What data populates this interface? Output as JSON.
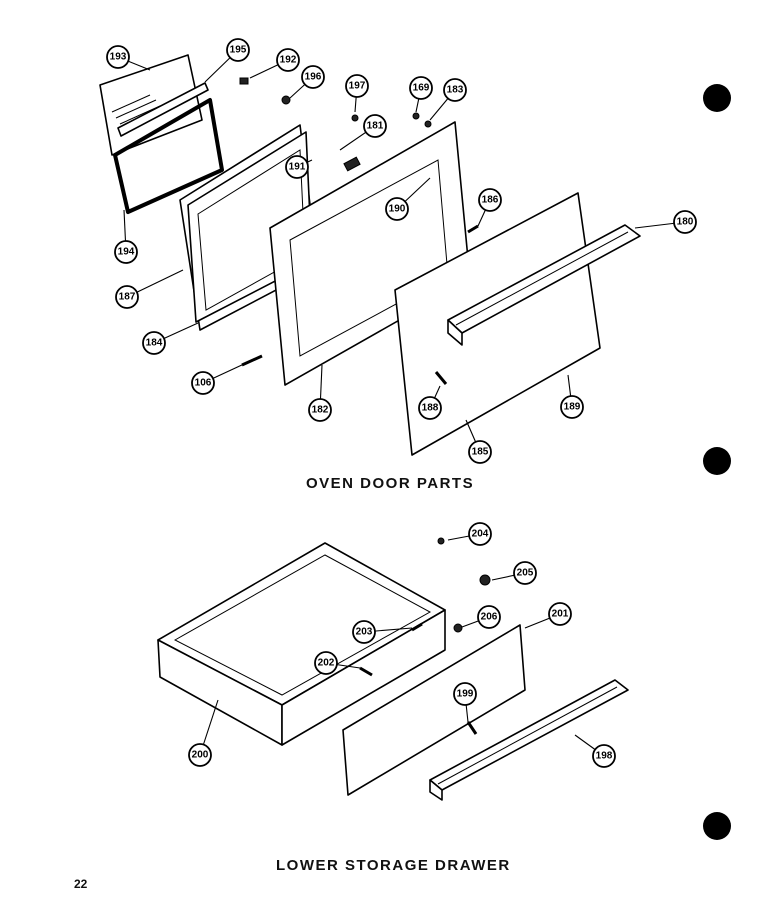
{
  "sections": {
    "oven_title": "OVEN DOOR PARTS",
    "drawer_title": "LOWER STORAGE DRAWER"
  },
  "page_number": "22",
  "callouts": [
    {
      "id": "c193",
      "label": "193"
    },
    {
      "id": "c195",
      "label": "195"
    },
    {
      "id": "c192",
      "label": "192"
    },
    {
      "id": "c196",
      "label": "196"
    },
    {
      "id": "c197",
      "label": "197"
    },
    {
      "id": "c169",
      "label": "169"
    },
    {
      "id": "c183",
      "label": "183"
    },
    {
      "id": "c181",
      "label": "181"
    },
    {
      "id": "c191",
      "label": "191"
    },
    {
      "id": "c190",
      "label": "190"
    },
    {
      "id": "c186",
      "label": "186"
    },
    {
      "id": "c180",
      "label": "180"
    },
    {
      "id": "c194",
      "label": "194"
    },
    {
      "id": "c187",
      "label": "187"
    },
    {
      "id": "c184",
      "label": "184"
    },
    {
      "id": "c106",
      "label": "106"
    },
    {
      "id": "c182",
      "label": "182"
    },
    {
      "id": "c188",
      "label": "188"
    },
    {
      "id": "c189",
      "label": "189"
    },
    {
      "id": "c185",
      "label": "185"
    },
    {
      "id": "c204",
      "label": "204"
    },
    {
      "id": "c205",
      "label": "205"
    },
    {
      "id": "c206",
      "label": "206"
    },
    {
      "id": "c201",
      "label": "201"
    },
    {
      "id": "c203",
      "label": "203"
    },
    {
      "id": "c202",
      "label": "202"
    },
    {
      "id": "c199",
      "label": "199"
    },
    {
      "id": "c200",
      "label": "200"
    },
    {
      "id": "c198",
      "label": "198"
    }
  ]
}
